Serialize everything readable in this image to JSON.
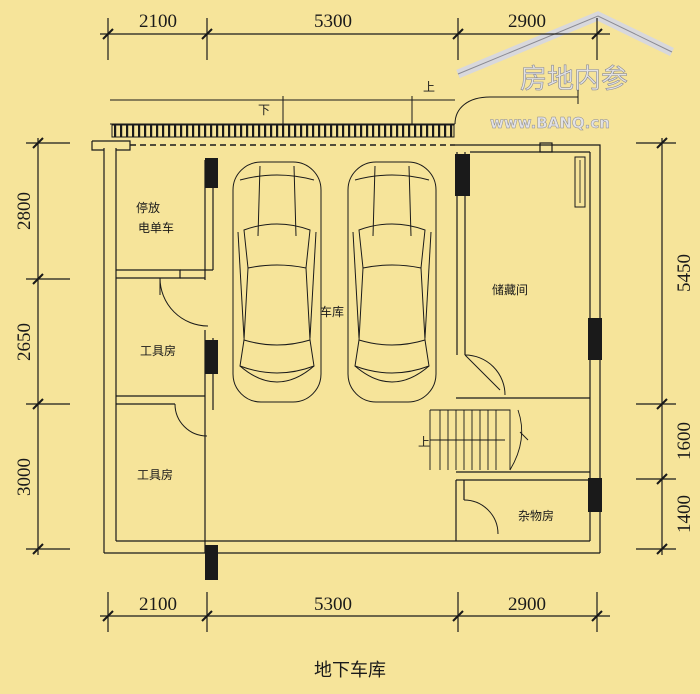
{
  "title": "地下车库",
  "watermark": {
    "brand": "房地内参",
    "url": "www.BANQ.cn"
  },
  "dimensions": {
    "top": [
      "2100",
      "5300",
      "2900"
    ],
    "bottom": [
      "2100",
      "5300",
      "2900"
    ],
    "left": [
      "2800",
      "2650",
      "3000"
    ],
    "right": [
      "5450",
      "1600",
      "1400"
    ]
  },
  "rooms": {
    "ebike_line1": "停放",
    "ebike_line2": "电单车",
    "tool_room_upper": "工具房",
    "tool_room_lower": "工具房",
    "garage": "车库",
    "storage": "储藏间",
    "misc_room": "杂物房"
  },
  "ramp": {
    "up": "上",
    "down": "下"
  },
  "stair": {
    "up": "上"
  },
  "colors": {
    "background": "#F6E49A",
    "ink": "#1a1a1a"
  }
}
